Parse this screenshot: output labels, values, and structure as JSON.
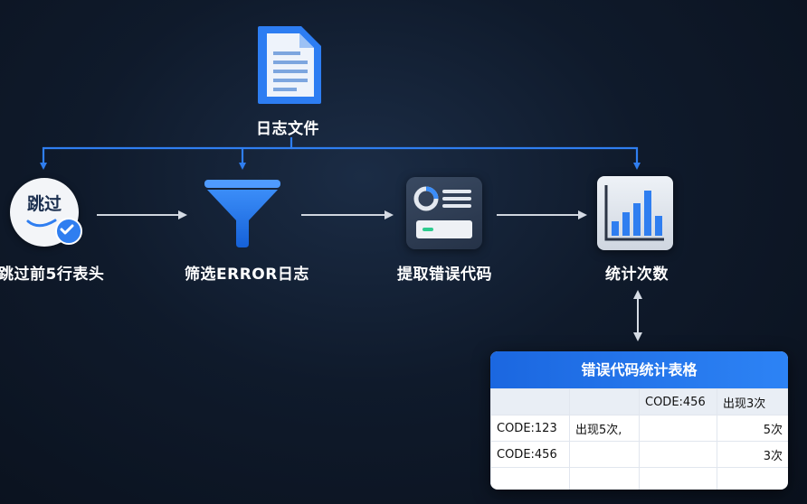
{
  "nodes": {
    "source": {
      "label": "日志文件",
      "icon": "document-icon"
    },
    "skip": {
      "label": "跳过前5行表头",
      "badge_text": "跳过",
      "icon": "skip-check-icon"
    },
    "filter": {
      "label": "筛选ERROR日志",
      "icon": "funnel-icon"
    },
    "extract": {
      "label": "提取错误代码",
      "icon": "dashboard-card-icon"
    },
    "stats": {
      "label": "统计次数",
      "icon": "bar-chart-icon"
    }
  },
  "table": {
    "title": "错误代码统计表格",
    "header": [
      "",
      "",
      "CODE:456",
      "出现3次"
    ],
    "rows": [
      [
        "CODE:123",
        "出现5次,",
        "",
        "5次"
      ],
      [
        "CODE:456",
        "",
        "",
        "3次"
      ],
      [
        "",
        "",
        "",
        ""
      ]
    ]
  },
  "colors": {
    "accent": "#2f7ef0",
    "table_header": "#1b67e0",
    "background": "#0f1a2b"
  }
}
